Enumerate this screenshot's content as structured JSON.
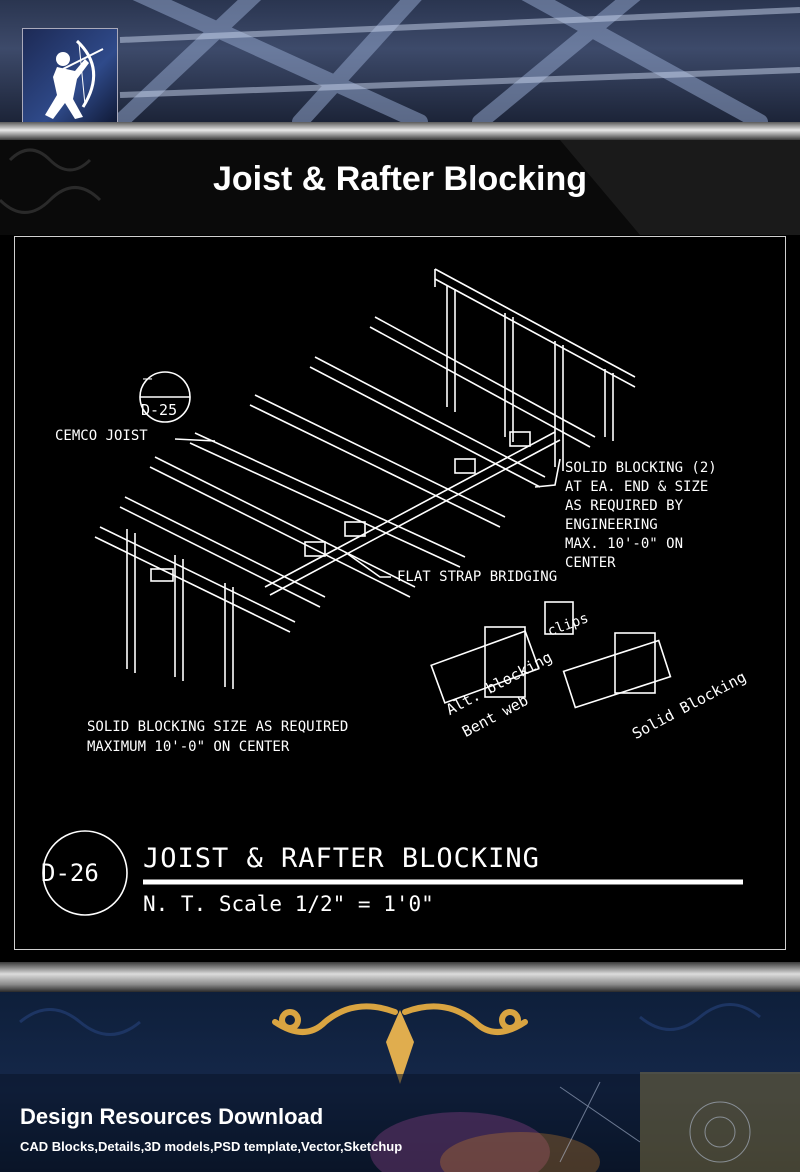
{
  "header": {
    "logo": "archer-logo-icon"
  },
  "title": "Joist & Rafter Blocking",
  "drawing": {
    "callouts": {
      "detail_ref_top": "—",
      "detail_ref_bottom": "D-25",
      "cemco_joist": "CEMCO JOIST",
      "solid_blocking": [
        "SOLID BLOCKING (2)",
        "AT EA. END & SIZE",
        "AS REQUIRED BY",
        "ENGINEERING",
        "MAX. 10'-0\" ON",
        "CENTER"
      ],
      "flat_strap": "FLAT STRAP BRIDGING",
      "clips": "clips",
      "alt_blocking_1": "Alt. blocking",
      "alt_blocking_2": "Bent web",
      "solid_blocking_detail": "Solid Blocking",
      "note_1": "SOLID BLOCKING SIZE AS REQUIRED",
      "note_2": "MAXIMUM 10'-0\" ON CENTER"
    },
    "title_block": {
      "detail_number": "D-26",
      "title": "JOIST & RAFTER BLOCKING",
      "scale": "N. T. Scale 1/2\" = 1'0\""
    }
  },
  "footer": {
    "title": "Design Resources Download",
    "subtitle": "CAD Blocks,Details,3D models,PSD template,Vector,Sketchup"
  }
}
